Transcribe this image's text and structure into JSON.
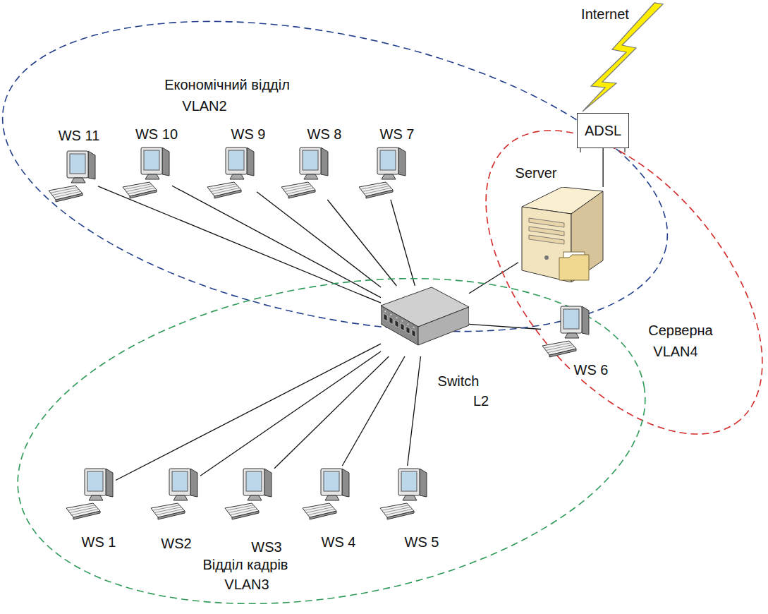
{
  "diagram": {
    "nodes": [
      {
        "text": [
          "Економічний відділ",
          "VLAN2"
        ]
      },
      {
        "text": [
          "WS 11"
        ],
        "in": 0
      },
      {
        "text": [
          "WS 10"
        ],
        "in": 0
      },
      {
        "text": [
          "WS 9"
        ],
        "in": 0
      },
      {
        "text": [
          "WS 8"
        ],
        "in": 0
      },
      {
        "text": [
          "WS 7"
        ],
        "in": 0
      },
      {
        "text": [
          "ADSL"
        ]
      },
      {
        "text": [
          "Server"
        ]
      },
      {
        "text": [
          "Серверна",
          "VLAN4"
        ]
      },
      {
        "text": [
          "Switch",
          "L2"
        ]
      },
      {
        "text": [
          "WS 6"
        ]
      },
      {
        "text": [
          "Відділ кадрів",
          "VLAN3"
        ]
      },
      {
        "text": [
          "WS 1"
        ],
        "in": 11
      },
      {
        "text": [
          "WS2"
        ],
        "in": 11
      },
      {
        "text": [
          "WS3"
        ],
        "in": 11
      },
      {
        "text": [
          "WS 4"
        ],
        "in": 11
      },
      {
        "text": [
          "WS 5"
        ],
        "in": 11
      }
    ],
    "edges": [
      {
        "from": 9,
        "to": 1,
        "arrow": "none"
      },
      {
        "from": 9,
        "to": 2,
        "arrow": "none"
      },
      {
        "from": 9,
        "to": 3,
        "arrow": "none"
      },
      {
        "from": 9,
        "to": 4,
        "arrow": "none"
      },
      {
        "from": 9,
        "to": 5,
        "arrow": "none"
      },
      {
        "from": 9,
        "to": 7,
        "arrow": "none"
      },
      {
        "from": 9,
        "to": 10,
        "arrow": "none"
      },
      {
        "from": 9,
        "to": 12,
        "arrow": "none"
      },
      {
        "from": 9,
        "to": 13,
        "arrow": "none"
      },
      {
        "from": 9,
        "to": 14,
        "arrow": "none"
      },
      {
        "from": 9,
        "to": 15,
        "arrow": "none"
      },
      {
        "from": 9,
        "to": 16,
        "arrow": "none"
      },
      {
        "from": 6,
        "to": 7,
        "arrow": "none"
      }
    ],
    "labels": [
      "Internet"
    ]
  }
}
